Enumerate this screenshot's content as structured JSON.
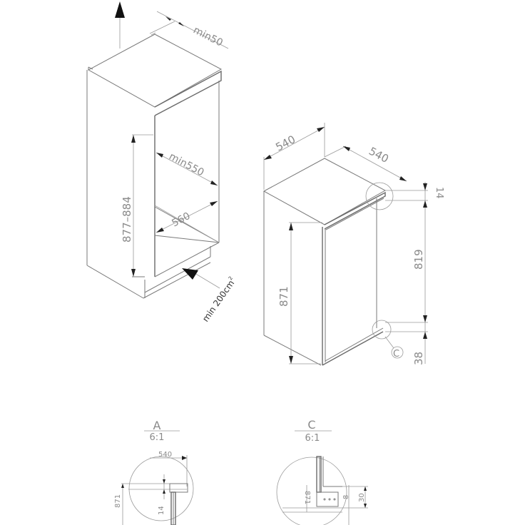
{
  "diagram": {
    "type": "technical installation drawing",
    "cabinet_view": {
      "top_clearance_label": "min50",
      "niche_height_label": "877–884",
      "niche_depth_label": "min550",
      "niche_width_label": "560",
      "ventilation_label": "min 200cm²",
      "ventilation_label_base": "min 200cm",
      "ventilation_label_sup": "2"
    },
    "appliance_view": {
      "width_label": "540",
      "depth_label": "540",
      "top_gap_label": "14",
      "inner_height_label": "819",
      "door_height_label": "871",
      "bottom_gap_label": "38",
      "detail_marker": "C"
    },
    "detail_a": {
      "title": "A",
      "scale": "6:1",
      "dim_width": "540",
      "dim_height": "871",
      "dim_gap": "14"
    },
    "detail_c": {
      "title": "C",
      "scale": "6:1",
      "dim_height": "871",
      "dim_gap": "8",
      "dim_offset": "30"
    },
    "colors": {
      "line": "#7a7a7a",
      "text": "#8a8a8a",
      "arrow": "#111111",
      "background": "#ffffff"
    }
  }
}
